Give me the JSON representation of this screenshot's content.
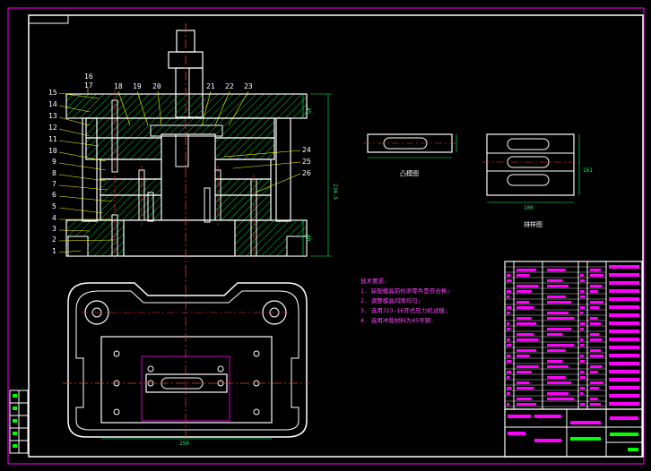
{
  "colors": {
    "background": "#000000",
    "outline": "#ffffff",
    "frame": "#ff00ff",
    "hatch": "#00ff00",
    "center_line": "#ff3333",
    "leader": "#ffff00",
    "dimension": "#00ff66",
    "table_text": "#ff00ff"
  },
  "left_labels": [
    "15",
    "14",
    "13",
    "12",
    "11",
    "10",
    "9",
    "8",
    "7",
    "6",
    "5",
    "4",
    "3",
    "2",
    "1"
  ],
  "top_labels": [
    "16",
    "17",
    "18",
    "19",
    "20",
    "21",
    "22",
    "23"
  ],
  "right_labels": [
    "24",
    "25",
    "26"
  ],
  "views": {
    "punch_view_caption": "凸模图",
    "strip_view_caption": "排样图"
  },
  "dims": {
    "total_height": "234.5",
    "bottom_width": "250",
    "upper_thickness": "45",
    "lower_thickness": "48",
    "strip_width": "100",
    "side_height": "161"
  },
  "notes": {
    "title": "技术要求:",
    "items": [
      "1. 装配模具前检测零件是否合格;",
      "2. 调整模具间隙均匀;",
      "3. 选用J23-16开式压力机试模;",
      "4. 选用冲裁材料为45号钢."
    ]
  }
}
